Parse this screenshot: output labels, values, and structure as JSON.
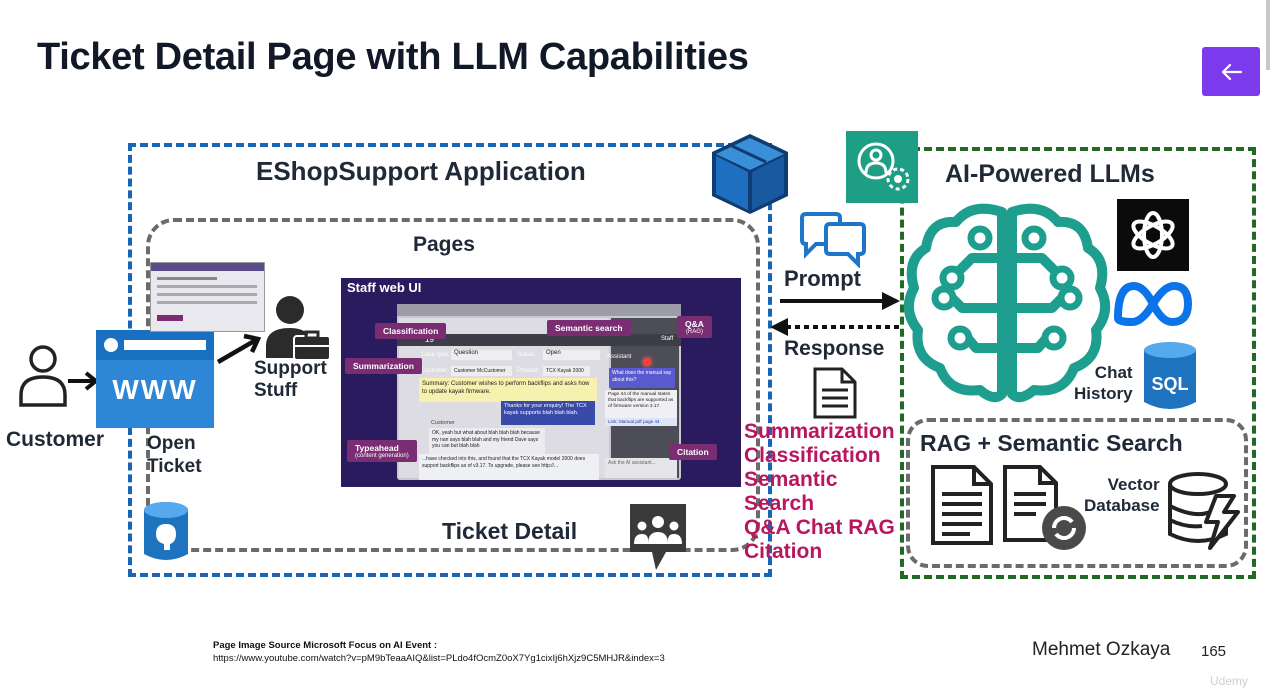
{
  "slide": {
    "title": "Ticket Detail Page with LLM Capabilities",
    "back_icon": "arrow-left-icon",
    "colors": {
      "accent": "#7c3aed",
      "app_border": "#1766b5",
      "ai_border": "#1f6b24",
      "highlight_text": "#b8165e",
      "brain": "#1d9e8e",
      "screenshot_bg": "#2a1b5e"
    }
  },
  "diagram": {
    "app_label": "EShopSupport Application",
    "pages_label": "Pages",
    "ticket_detail_label": "Ticket Detail",
    "customer_label": "Customer",
    "www_label": "WWW",
    "open_ticket_label": "Open\nTicket",
    "support_staff_label": "Support\nStuff",
    "ai_label": "AI-Powered LLMs",
    "prompt_label": "Prompt",
    "response_label": "Response",
    "chat_history_label": "Chat\nHistory",
    "sql_label": "SQL",
    "rag_label": "RAG + Semantic Search",
    "vector_db_label": "Vector\nDatabase",
    "capabilities": [
      "Summarization",
      "Classification",
      "Semantic",
      "Search",
      "Q&A Chat RAG",
      "Citation"
    ]
  },
  "screenshot": {
    "header": "Staff web UI",
    "callouts": {
      "classification": "Classification",
      "semantic_search": "Semantic search",
      "qa": "Q&A",
      "qa_sub": "(RAG)",
      "summarization": "Summarization",
      "typeahead": "Typeahead",
      "typeahead_sub": "(content generation)",
      "citation": "Citation"
    },
    "ticket_id": "19",
    "staff_label": "Staff",
    "case_type_label": "Case type:",
    "case_type_value": "Question",
    "status_label": "Status:",
    "status_value": "Open",
    "customer_field_label": "Customer:",
    "customer_field_value": "Customer McCustomer",
    "product_label": "Product:",
    "product_value": "TCX Kayak 2000",
    "assistant_label": "Assistant",
    "summary_text": "Summary: Customer wishes to perform backflips and asks how to update kayak firmware.",
    "reply_text": "Thanks for your enquiry! The TCX kayak supports blah blah blah.",
    "customer_msg_label": "Customer",
    "customer_msg_text": "OK, yeah but what about blah blah blah because my nan says blah blah and my friend Dave says you can but blah blah",
    "assistant_question": "What does the manual say about this?",
    "assistant_answer": "Page 44 of the manual states that backflips are supported as of firmware version 3.17.",
    "assistant_link": "Link: Manual.pdf page 44",
    "draft_text": "...have checked into this, and found that the TCX Kayak model 2000 does support backflips as of v3.17. To upgrade, please see http://...",
    "ask_placeholder": "Ask the AI assistant..."
  },
  "footer": {
    "source_label": "Page Image Source Microsoft Focus on AI Event :",
    "source_url": "https://www.youtube.com/watch?v=pM9bTeaaAIQ&list=PLdo4fOcmZ0oX7Yg1cixIj6hXjz9C5MHJR&index=3",
    "author": "Mehmet Ozkaya",
    "page_number": "165",
    "watermark": "Udemy"
  }
}
